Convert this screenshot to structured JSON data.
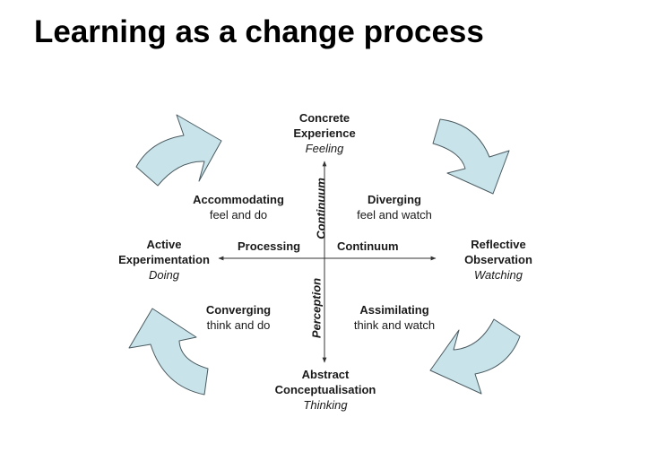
{
  "title": "Learning as a change process",
  "nodes": {
    "top": {
      "line1": "Concrete",
      "line2": "Experience",
      "sub": "Feeling"
    },
    "bottom": {
      "line1": "Abstract",
      "line2": "Conceptualisation",
      "sub": "Thinking"
    },
    "left": {
      "line1": "Active",
      "line2": "Experimentation",
      "sub": "Doing"
    },
    "right": {
      "line1": "Reflective",
      "line2": "Observation",
      "sub": "Watching"
    }
  },
  "quadrants": {
    "top_left": {
      "name": "Accommodating",
      "desc": "feel and do"
    },
    "top_right": {
      "name": "Diverging",
      "desc": "feel and watch"
    },
    "bottom_left": {
      "name": "Converging",
      "desc": "think and do"
    },
    "bottom_right": {
      "name": "Assimilating",
      "desc": "think and watch"
    }
  },
  "axes": {
    "horizontal_left": "Processing",
    "horizontal_right": "Continuum",
    "vertical_top": "Continuum",
    "vertical_bottom": "Perception"
  },
  "colors": {
    "arrow_fill": "#c8e4ea",
    "arrow_stroke": "#4a5a60",
    "axis": "#333333"
  }
}
